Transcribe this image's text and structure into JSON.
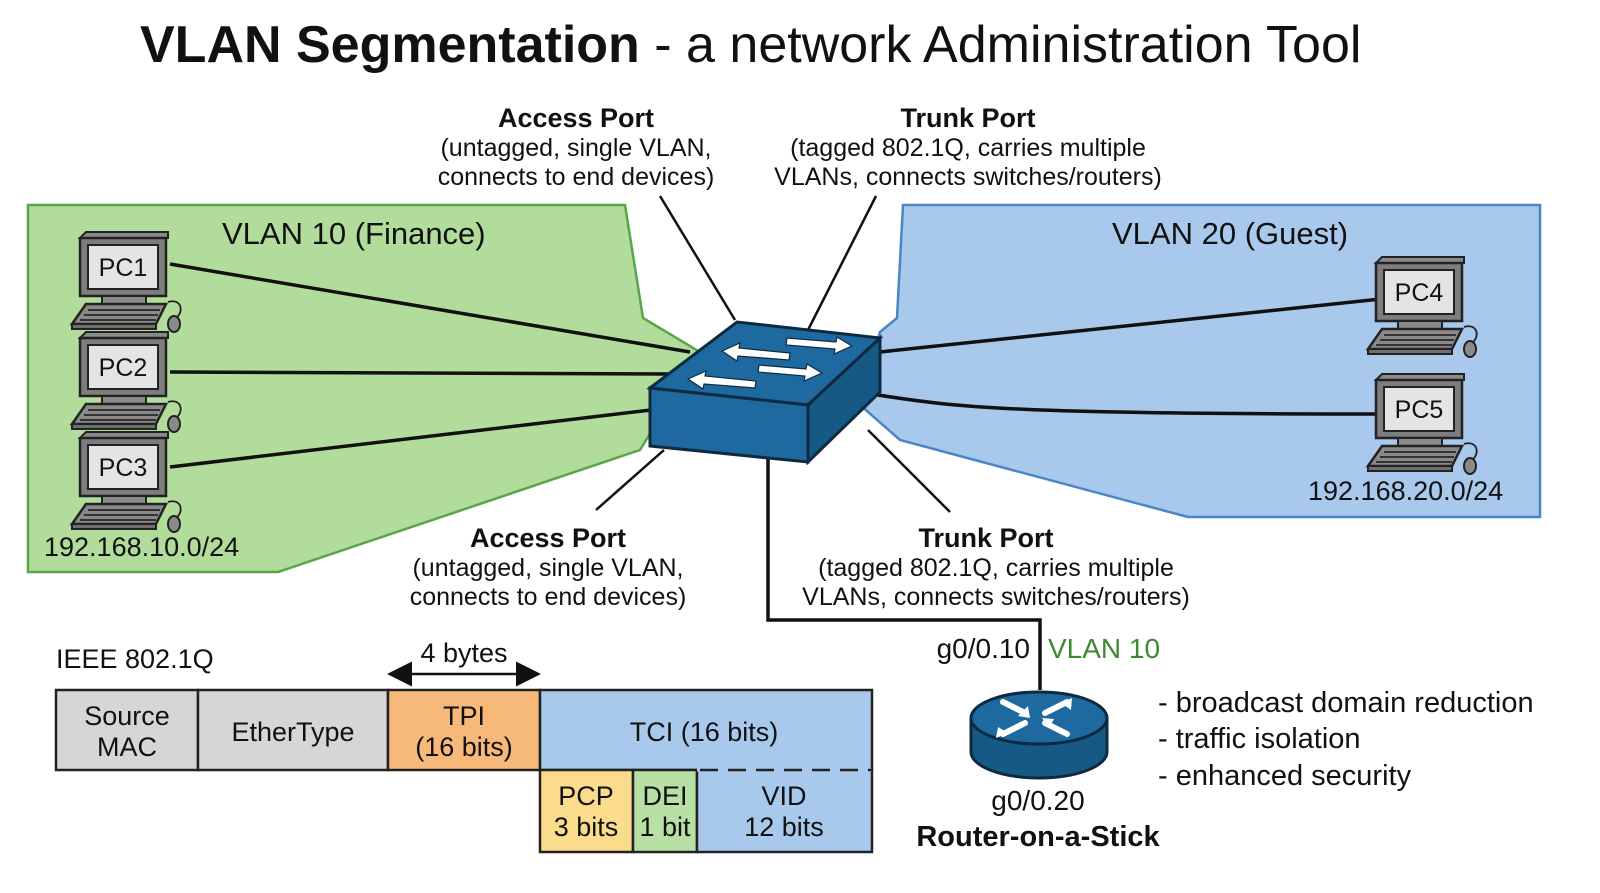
{
  "title": {
    "bold": "VLAN Segmentation",
    "regular": " - a network Administration Tool"
  },
  "colors": {
    "vlan10_fill": "#b2dc9b",
    "vlan10_stroke": "#5aa548",
    "vlan20_fill": "#a8c8ec",
    "vlan20_stroke": "#4a86c6",
    "device_blue": "#1e6aa0",
    "device_blue_dark": "#155080",
    "tpi_orange": "#f6b97a",
    "pcp_yellow": "#fbdc8c",
    "dei_green": "#b8e0a4",
    "tci_blue": "#a8c8ec",
    "field_grey": "#d6d6d6",
    "vlan10_text_green": "#3a8a2e"
  },
  "callouts": {
    "top_access": {
      "heading": "Access Port",
      "line1": "(untagged, single VLAN,",
      "line2": "connects to end devices)"
    },
    "top_trunk": {
      "heading": "Trunk Port",
      "line1": "(tagged 802.1Q, carries multiple",
      "line2": "VLANs, connects switches/routers)"
    },
    "bottom_access": {
      "heading": "Access Port",
      "line1": "(untagged, single VLAN,",
      "line2": "connects to end devices)"
    },
    "bottom_trunk": {
      "heading": "Trunk Port",
      "line1": "(tagged 802.1Q, carries multiple",
      "line2": "VLANs, connects switches/routers)"
    }
  },
  "vlans": [
    {
      "label": "VLAN 10 (Finance)",
      "subnet": "192.168.10.0/24",
      "pcs": [
        "PC1",
        "PC2",
        "PC3"
      ]
    },
    {
      "label": "VLAN 20 (Guest)",
      "subnet": "192.168.20.0/24",
      "pcs": [
        "PC4",
        "PC5"
      ]
    }
  ],
  "devices": {
    "switch": "switch-icon",
    "router": "router-icon",
    "pc": "pc-icon"
  },
  "frame": {
    "title": "IEEE 802.1Q",
    "span_label": "4 bytes",
    "fields": {
      "source_mac": [
        "Source",
        "MAC"
      ],
      "ethertype": "EtherType",
      "tpi": [
        "TPI",
        "(16 bits)"
      ],
      "tci": "TCI (16 bits)",
      "pcp": [
        "PCP",
        "3 bits"
      ],
      "dei": [
        "DEI",
        "1 bit"
      ],
      "vid": [
        "VID",
        "12 bits"
      ]
    }
  },
  "router": {
    "iface_top": "g0/0.10",
    "iface_top_vlan": "VLAN 10",
    "iface_bottom": "g0/0.20",
    "name": "Router-on-a-Stick"
  },
  "benefits": [
    "- broadcast domain reduction",
    "- traffic isolation",
    "- enhanced security"
  ]
}
